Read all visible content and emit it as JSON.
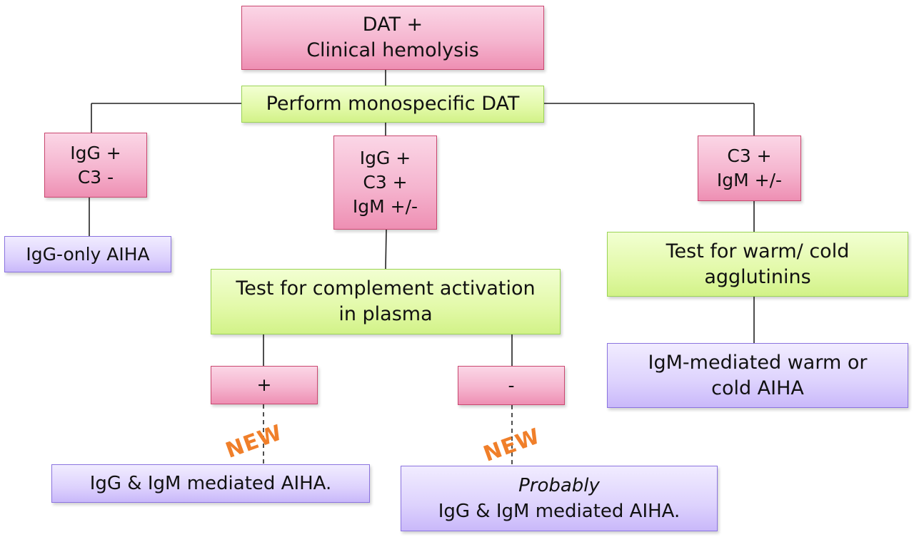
{
  "diagram": {
    "title": "Monospecific DAT workup algorithm for AIHA",
    "colors": {
      "result_box": "#f5b5cf",
      "action_box": "#e2f9a8",
      "conclusion_box": "#ddd2fd",
      "new_label": "#f07f2a",
      "connector": "#222222"
    },
    "nodes": {
      "start": {
        "lines": [
          "DAT +",
          "Clinical hemolysis"
        ]
      },
      "monospecific": {
        "lines": [
          "Perform monospecific DAT"
        ]
      },
      "igg_only": {
        "lines": [
          "IgG +",
          "C3 -"
        ]
      },
      "igg_c3": {
        "lines": [
          "IgG +",
          "C3 +",
          "IgM +/-"
        ]
      },
      "c3_igm": {
        "lines": [
          "C3 +",
          "IgM +/-"
        ]
      },
      "igg_only_aiha": {
        "lines": [
          "IgG-only AIHA"
        ]
      },
      "complement_test": {
        "lines": [
          "Test for complement activation",
          "in plasma"
        ]
      },
      "agglutinin_test": {
        "lines": [
          "Test for warm/ cold",
          "agglutinins"
        ]
      },
      "positive": {
        "lines": [
          "+"
        ]
      },
      "negative": {
        "lines": [
          "-"
        ]
      },
      "igm_mediated": {
        "lines": [
          "IgM-mediated warm or",
          "cold AIHA"
        ]
      },
      "igg_igm_aiha": {
        "lines": [
          "IgG & IgM mediated AIHA."
        ]
      },
      "probable_igg_igm": {
        "qualifier": "Probably",
        "lines": [
          "IgG & IgM mediated AIHA."
        ]
      }
    },
    "badges": {
      "new_left": "NEW",
      "new_right": "NEW"
    }
  }
}
